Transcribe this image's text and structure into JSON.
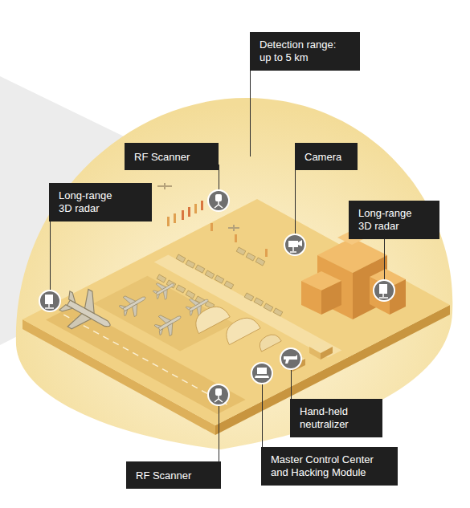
{
  "diagram": {
    "nodes": [
      {
        "text": [
          "Detection range: up to 5 km"
        ]
      },
      {
        "text": [
          "RF Scanner"
        ]
      },
      {
        "text": [
          "Camera"
        ]
      },
      {
        "text": [
          "Long-range 3D radar"
        ]
      },
      {
        "text": [
          "Long-range 3D radar"
        ]
      },
      {
        "text": [
          "Hand-held neutralizer"
        ]
      },
      {
        "text": [
          "RF Scanner"
        ]
      },
      {
        "text": [
          "Master Control Center and Hacking Module"
        ]
      }
    ]
  }
}
